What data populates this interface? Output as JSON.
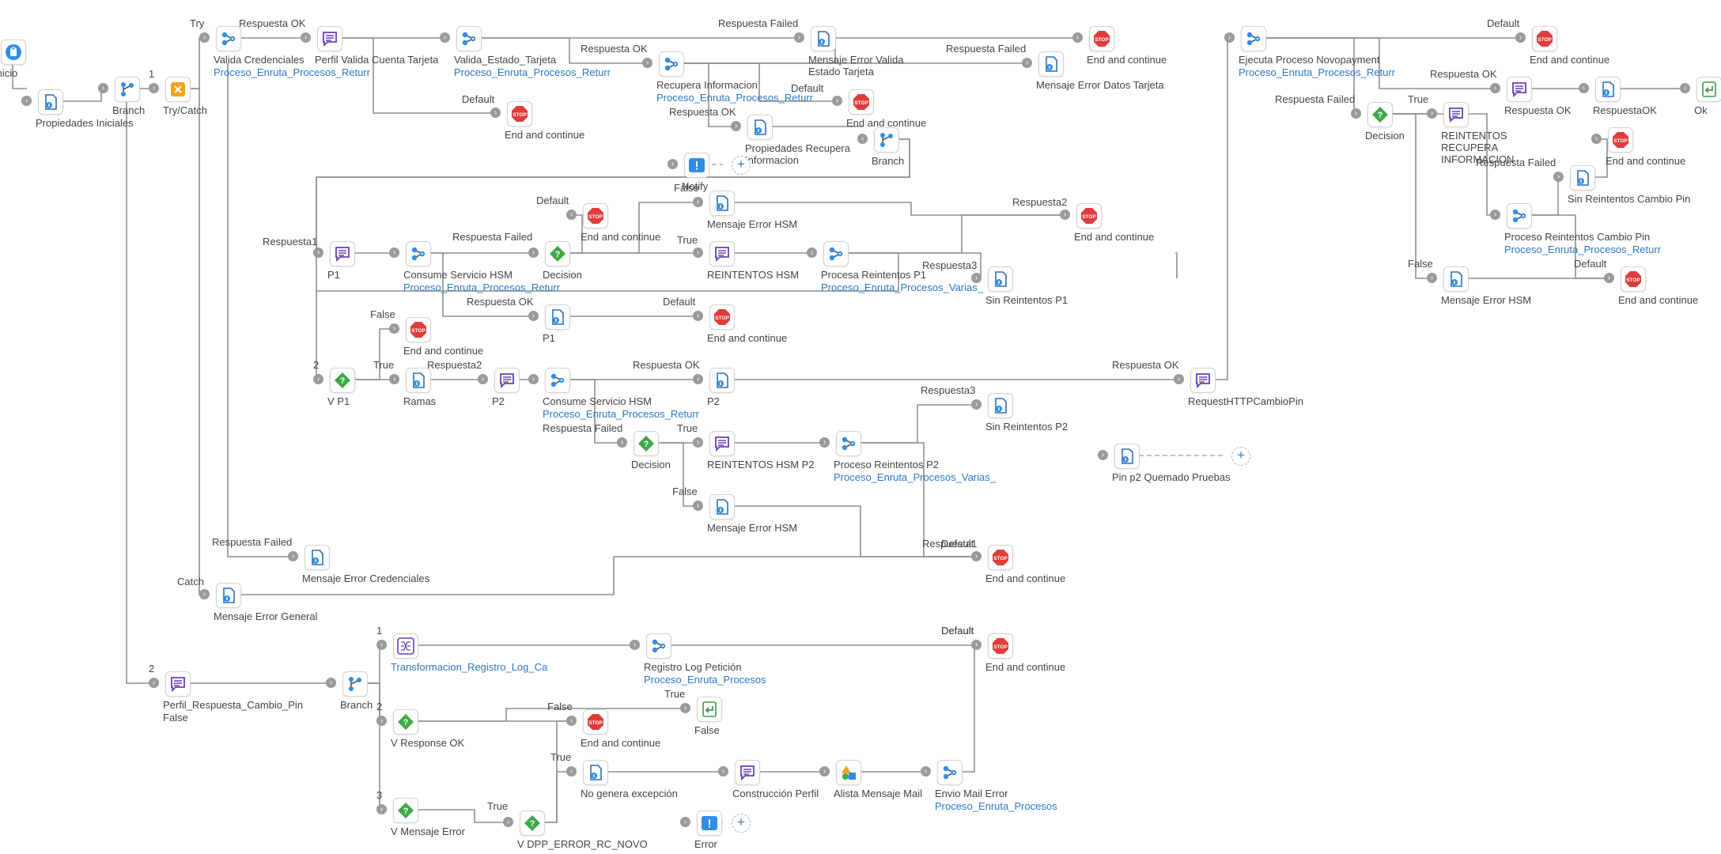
{
  "nodes": [
    {
      "id": "inicio",
      "type": "start",
      "label": "Inicio"
    },
    {
      "id": "prop_ini",
      "type": "doc",
      "label": "Propiedades Iniciales"
    },
    {
      "id": "branch_main",
      "type": "branch",
      "label": "Branch"
    },
    {
      "id": "trycatch",
      "type": "trycatch",
      "label": "Try/Catch"
    },
    {
      "id": "valida_cred",
      "type": "service",
      "label": "Valida Credenciales",
      "sub": "Proceso_Enruta_Procesos_Returr"
    },
    {
      "id": "perfil_valida",
      "type": "message",
      "label": "Perfil Valida Cuenta Tarjeta"
    },
    {
      "id": "valida_estado",
      "type": "service",
      "label": "Valida_Estado_Tarjeta",
      "sub": "Proceso_Enruta_Procesos_Returr"
    },
    {
      "id": "end_default1",
      "type": "stop",
      "label": "End and continue"
    },
    {
      "id": "recupera_info",
      "type": "service",
      "label": "Recupera Informacion",
      "sub": "Proceso_Enruta_Procesos_Returr"
    },
    {
      "id": "msg_err_estado",
      "type": "doc",
      "label": "Mensaje Error Valida Estado Tarjeta"
    },
    {
      "id": "end_estado",
      "type": "stop",
      "label": "End and continue"
    },
    {
      "id": "msg_err_datos",
      "type": "doc",
      "label": "Mensaje Error Datos Tarjeta"
    },
    {
      "id": "end_recupera",
      "type": "stop",
      "label": "End and continue"
    },
    {
      "id": "prop_recupera",
      "type": "doc",
      "label": "Propiedades Recupera Informacion"
    },
    {
      "id": "branch_rec",
      "type": "branch",
      "label": "Branch"
    },
    {
      "id": "notify",
      "type": "notify",
      "label": "Notify"
    },
    {
      "id": "p1_msg",
      "type": "message",
      "label": "P1"
    },
    {
      "id": "consume_hsm",
      "type": "service",
      "label": "Consume Servicio HSM",
      "sub": "Proceso_Enruta_Procesos_Returr"
    },
    {
      "id": "decision_hsm",
      "type": "decision",
      "label": "Decision"
    },
    {
      "id": "end_hsm_default",
      "type": "stop",
      "label": "End and continue"
    },
    {
      "id": "msg_err_hsm1",
      "type": "doc",
      "label": "Mensaje Error HSM"
    },
    {
      "id": "reint_hsm",
      "type": "message",
      "label": "REINTENTOS HSM"
    },
    {
      "id": "procesa_reint_p1",
      "type": "service",
      "label": "Procesa Reintentos P1",
      "sub": "Proceso_Enruta_Procesos_Varias_"
    },
    {
      "id": "end_reint_p1",
      "type": "stop",
      "label": "End and continue"
    },
    {
      "id": "sin_reint_p1",
      "type": "doc",
      "label": "Sin Reintentos P1"
    },
    {
      "id": "p1_doc",
      "type": "doc",
      "label": "P1"
    },
    {
      "id": "end_p1",
      "type": "stop",
      "label": "End and continue"
    },
    {
      "id": "end_vp1",
      "type": "stop",
      "label": "End and continue"
    },
    {
      "id": "vp1",
      "type": "decision",
      "label": "V P1"
    },
    {
      "id": "ramas",
      "type": "doc",
      "label": "Ramas"
    },
    {
      "id": "p2_msg",
      "type": "message",
      "label": "P2"
    },
    {
      "id": "consume_hsm2",
      "type": "service",
      "label": "Consume Servicio HSM",
      "sub": "Proceso_Enruta_Procesos_Returr"
    },
    {
      "id": "p2_doc",
      "type": "doc",
      "label": "P2"
    },
    {
      "id": "decision2",
      "type": "decision",
      "label": "Decision"
    },
    {
      "id": "reint_hsm_p2",
      "type": "message",
      "label": "REINTENTOS HSM P2"
    },
    {
      "id": "proceso_reint_p2",
      "type": "service",
      "label": "Proceso Reintentos P2",
      "sub": "Proceso_Enruta_Procesos_Varias_"
    },
    {
      "id": "sin_reint_p2",
      "type": "doc",
      "label": "Sin Reintentos P2"
    },
    {
      "id": "msg_err_hsm2",
      "type": "doc",
      "label": "Mensaje Error HSM"
    },
    {
      "id": "end_mid",
      "type": "stop",
      "label": "End and continue"
    },
    {
      "id": "msg_err_cred",
      "type": "doc",
      "label": "Mensaje Error Credenciales"
    },
    {
      "id": "msg_err_general",
      "type": "doc",
      "label": "Mensaje Error General"
    },
    {
      "id": "request_http",
      "type": "message",
      "label": "RequestHTTPCambioPin"
    },
    {
      "id": "pin_p2",
      "type": "doc",
      "label": "Pin p2 Quemado Pruebas"
    },
    {
      "id": "ejecuta_novo",
      "type": "service",
      "label": "Ejecuta Proceso Novopayment",
      "sub": "Proceso_Enruta_Procesos_Returr"
    },
    {
      "id": "end_novo",
      "type": "stop",
      "label": "End and continue"
    },
    {
      "id": "resp_ok_msg",
      "type": "message",
      "label": "Respuesta OK"
    },
    {
      "id": "resp_ok_doc",
      "type": "doc",
      "label": "RespuestaOK"
    },
    {
      "id": "ok_end",
      "type": "return",
      "label": "Ok"
    },
    {
      "id": "decision_r",
      "type": "decision",
      "label": "Decision"
    },
    {
      "id": "reint_rec",
      "type": "message",
      "label": "REINTENTOS RECUPERA INFORMACION"
    },
    {
      "id": "end_r1",
      "type": "stop",
      "label": "End and continue"
    },
    {
      "id": "sin_reint_cambio",
      "type": "doc",
      "label": "Sin Reintentos Cambio Pin"
    },
    {
      "id": "proceso_reint_cambio",
      "type": "service",
      "label": "Proceso Reintentos Cambio Pin",
      "sub": "Proceso_Enruta_Procesos_Returr"
    },
    {
      "id": "msg_err_hsm_r",
      "type": "doc",
      "label": "Mensaje Error HSM"
    },
    {
      "id": "end_r2",
      "type": "stop",
      "label": "End and continue"
    },
    {
      "id": "perfil_resp",
      "type": "message",
      "label": "Perfil_Respuesta_Cambio_Pin",
      "sub2": "False"
    },
    {
      "id": "branch_low",
      "type": "branch",
      "label": "Branch"
    },
    {
      "id": "transform",
      "type": "transform",
      "label": "Transformacion_Registro_Log_Ca",
      "subBlue": true
    },
    {
      "id": "registro_log",
      "type": "service",
      "label": "Registro Log Petición",
      "sub": "Proceso_Enruta_Procesos"
    },
    {
      "id": "end_low1",
      "type": "stop",
      "label": "End and continue"
    },
    {
      "id": "v_response",
      "type": "decision",
      "label": "V Response OK"
    },
    {
      "id": "end_low2",
      "type": "stop",
      "label": "End and continue"
    },
    {
      "id": "false_end",
      "type": "return",
      "label": "False"
    },
    {
      "id": "no_genera",
      "type": "doc",
      "label": "No genera excepción"
    },
    {
      "id": "construccion",
      "type": "message",
      "label": "Construcción Perfil"
    },
    {
      "id": "alista",
      "type": "shapes",
      "label": "Alista Mensaje Mail"
    },
    {
      "id": "envio_mail",
      "type": "service",
      "label": "Envio Mail Error",
      "sub": "Proceso_Enruta_Procesos"
    },
    {
      "id": "v_mensaje",
      "type": "decision",
      "label": "V Mensaje Error"
    },
    {
      "id": "v_dpp",
      "type": "decision",
      "label": "V DPP_ERROR_RC_NOVO"
    },
    {
      "id": "error_notify",
      "type": "notify",
      "label": "Error"
    }
  ],
  "edge_labels": [
    "Try",
    "Respuesta OK",
    "1",
    "Respuesta Failed",
    "Respuesta OK",
    "Respuesta Failed",
    "Default",
    "Default",
    "Respuesta OK",
    "Respuesta1",
    "Default",
    "Respuesta Failed",
    "False",
    "True",
    "Respuesta2",
    "Respuesta3",
    "Respuesta OK",
    "Default",
    "False",
    "2",
    "True",
    "Respuesta2",
    "Respuesta OK",
    "Respuesta Failed",
    "True",
    "Respuesta3",
    "False",
    "Respuesta1",
    "Default",
    "Respuesta Failed",
    "Catch",
    "2",
    "Respuesta OK",
    "Default",
    "Respuesta OK",
    "Respuesta Failed",
    "True",
    "Respuesta Failed",
    "False",
    "Default",
    "1",
    "Default",
    "2",
    "False",
    "True",
    "True",
    "3",
    "True",
    "Default"
  ]
}
